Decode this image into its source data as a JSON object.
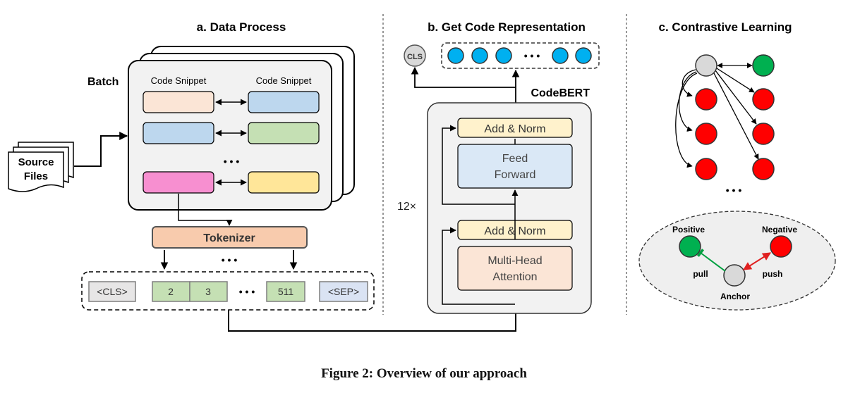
{
  "panel_a": {
    "title": "a. Data Process",
    "batch_label": "Batch",
    "snippet_left": "Code Snippet",
    "snippet_right": "Code Snippet",
    "ellipsis": "• • •",
    "source_line1": "Source",
    "source_line2": "Files",
    "tokenizer": "Tokenizer",
    "token_cls": "<CLS>",
    "token_2": "2",
    "token_3": "3",
    "token_511": "511",
    "token_sep": "<SEP>"
  },
  "panel_b": {
    "title": "b. Get Code Representation",
    "cls_label": "CLS",
    "model_name": "CodeBERT",
    "add_norm_top": "Add & Norm",
    "feed_line1": "Feed",
    "feed_line2": "Forward",
    "repeat": "12×",
    "add_norm_bottom": "Add & Norm",
    "mha_line1": "Multi-Head",
    "mha_line2": "Attention"
  },
  "panel_c": {
    "title": "c. Contrastive Learning",
    "positive": "Positive",
    "negative": "Negative",
    "pull": "pull",
    "push": "push",
    "anchor": "Anchor"
  },
  "caption": "Figure 2: Overview of our approach",
  "colors": {
    "snippet_peach": "#fbe5d6",
    "snippet_blue": "#bdd7ee",
    "snippet_green": "#c5e0b4",
    "snippet_pink": "#f78fd0",
    "snippet_yellow": "#ffe699",
    "tokenizer": "#f8cbad",
    "token_green": "#c5e0b4",
    "token_gray": "#e7e6e6",
    "token_sep": "#dae3f3",
    "embedding_blue": "#00b0f0",
    "add_norm": "#fff2cc",
    "feed_forward": "#dae8f6",
    "attention": "#fbe5d6",
    "positive_green": "#00b050",
    "negative_red": "#ff0000",
    "anchor_gray": "#d9d9d9"
  }
}
